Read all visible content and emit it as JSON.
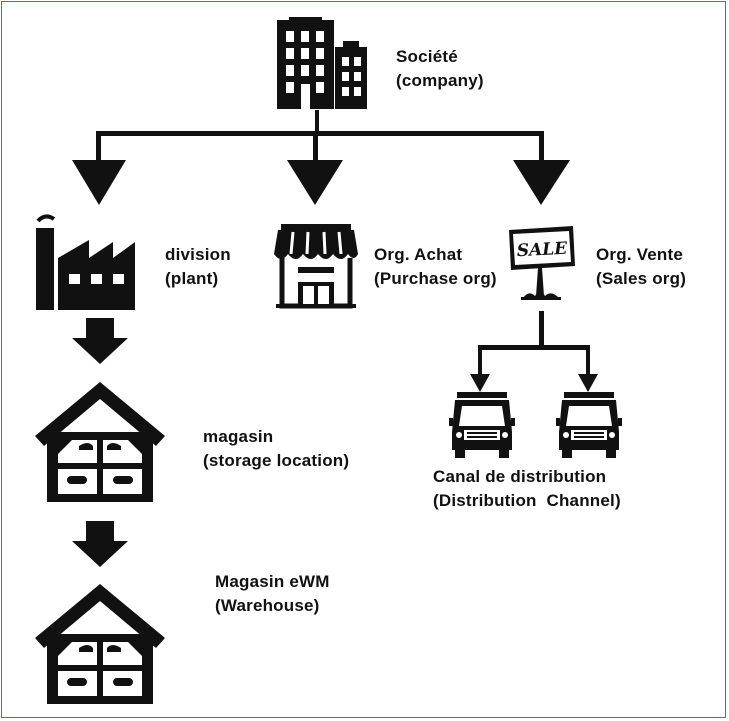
{
  "nodes": {
    "company": {
      "line1": "Société",
      "line2": "(company)",
      "icon": "office-buildings-icon"
    },
    "plant": {
      "line1": "division",
      "line2": "(plant)",
      "icon": "factory-icon"
    },
    "purchase": {
      "line1": "Org. Achat",
      "line2": "(Purchase org)",
      "icon": "shop-icon"
    },
    "sales": {
      "line1": "Org. Vente",
      "line2": "(Sales org)",
      "icon": "sale-sign-icon",
      "sign_text": "SALE"
    },
    "storage": {
      "line1": "magasin",
      "line2": "(storage location)",
      "icon": "warehouse-icon"
    },
    "warehouse": {
      "line1": "Magasin eWM",
      "line2": "(Warehouse)",
      "icon": "warehouse-icon"
    },
    "channel": {
      "line1": "Canal de distribution",
      "line2": "(Distribution  Channel)",
      "icon": "truck-icon"
    }
  },
  "colors": {
    "ink": "#111111",
    "frame": "#4f6fa8",
    "background": "#ffffff"
  }
}
